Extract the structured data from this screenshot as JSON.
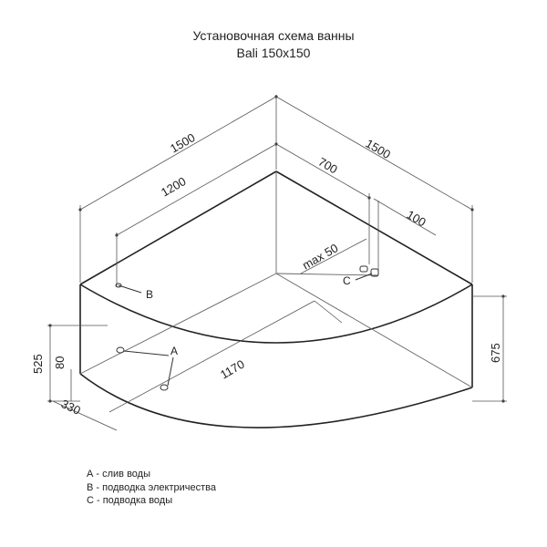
{
  "title": {
    "line1": "Установочная схема ванны",
    "line2": "Bali 150x150"
  },
  "dimensions": {
    "top_left": "1500",
    "top_right": "1500",
    "mid_left": "1200",
    "mid_right": "700",
    "offset_right": "100",
    "max": "max 50",
    "height_left": "525",
    "drain_height": "80",
    "drain_offset": "330",
    "front": "1170",
    "height_right": "675"
  },
  "markers": {
    "a": "A",
    "b": "B",
    "c": "C"
  },
  "legend": [
    "А - слив воды",
    "В - подводка электричества",
    "С - подводка воды"
  ],
  "colors": {
    "stroke": "#222222",
    "dim_line": "#555555"
  }
}
